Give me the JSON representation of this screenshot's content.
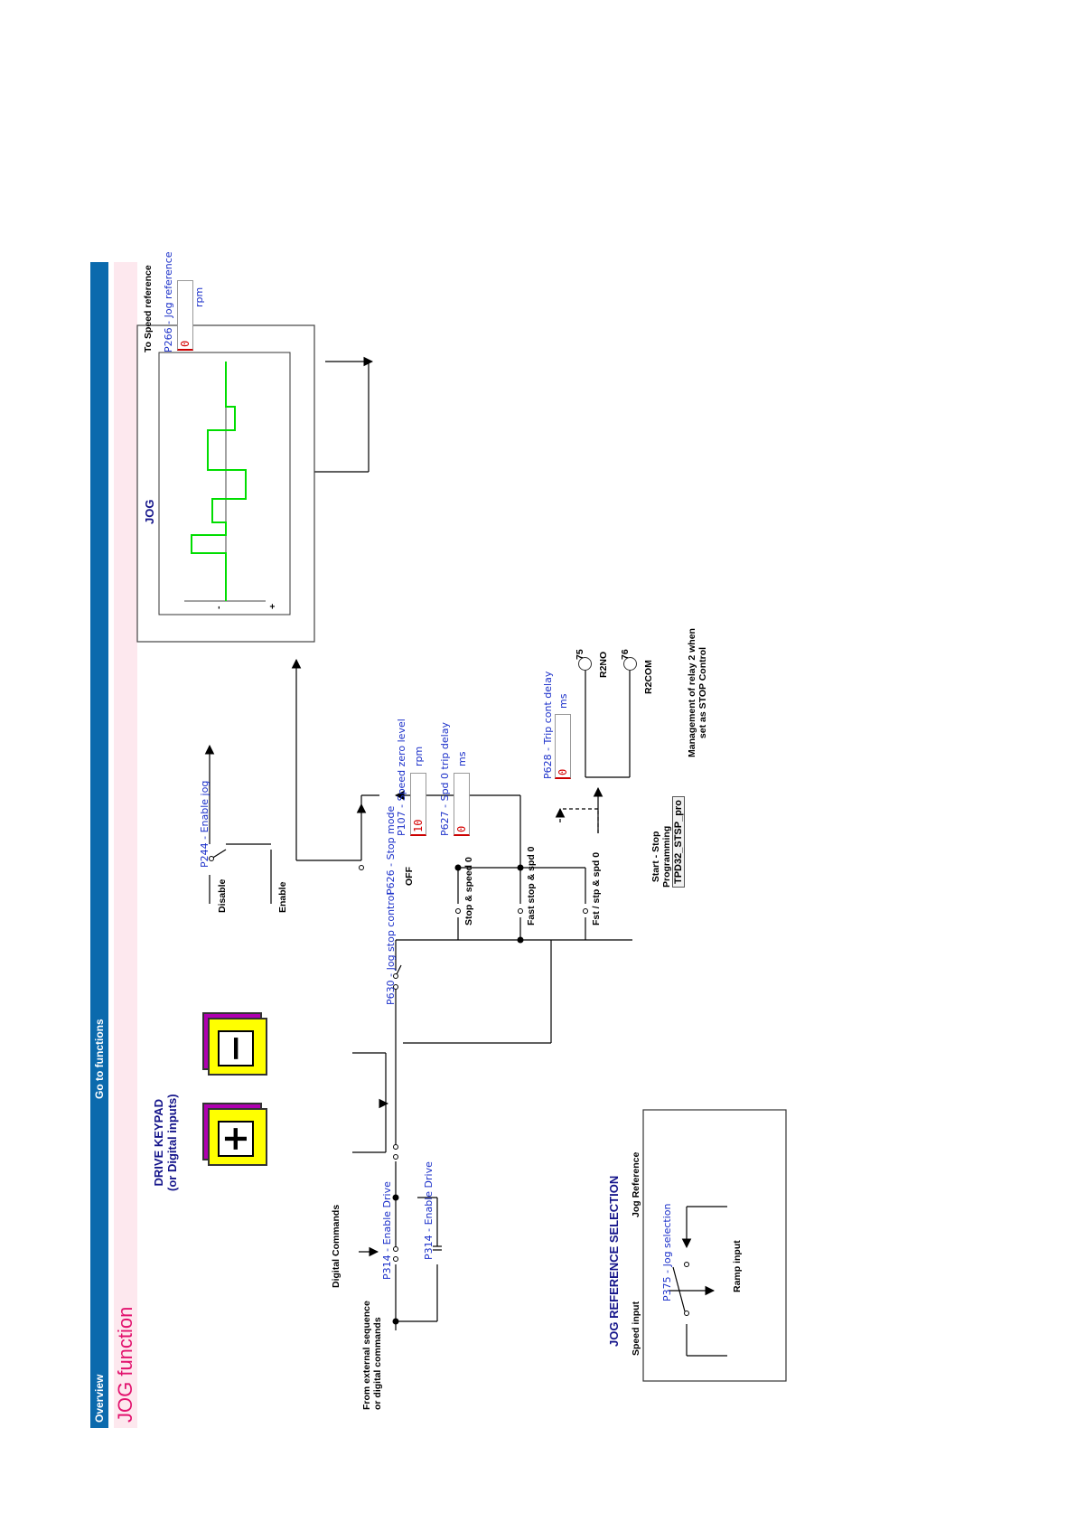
{
  "nav": {
    "overview": "Overview",
    "goto_functions": "Go to functions"
  },
  "page_title": "JOG function",
  "labels": {
    "from_external": "From external sequence",
    "or_digital": "or digital commands",
    "digital_commands": "Digital Commands",
    "p314_a": "P314 - Enable Drive",
    "p314_b": "P314 - Enable Drive",
    "keypad_line1": "DRIVE KEYPAD",
    "keypad_line2": "(or Digital inputs)",
    "key_plus": "+",
    "key_minus": "−",
    "p630": "P630 - Jog stop control",
    "p626": "P626 - Stop mode",
    "off": "OFF",
    "stop_speed0": "Stop & speed 0",
    "fast_stop_spd0": "Fast stop & spd 0",
    "fst_stp_spd0": "Fst / stp & spd 0",
    "disable": "Disable",
    "enable": "Enable",
    "p244": "P244 - Enable jog",
    "p107": "P107 - Speed zero level",
    "p107_value": "10",
    "p107_unit": "rpm",
    "p627": "P627 - Spd 0 trip delay",
    "p627_value": "0",
    "p627_unit": "ms",
    "p628": "P628 - Trip cont delay",
    "p628_value": "0",
    "p628_unit": "ms",
    "jog": "JOG",
    "plus_sign": "+",
    "minus_sign": "-",
    "to_speed_ref": "To Speed reference",
    "p266": "P266 - Jog reference",
    "p266_value": "0",
    "p266_unit": "rpm",
    "t75": "75",
    "t76": "76",
    "r2no": "R2NO",
    "r2com": "R2COM",
    "relay_note1": "Management of relay 2 when",
    "relay_note2": "set as STOP Control",
    "start_stop1": "Start - Stop",
    "start_stop2": "Programming",
    "start_stop_code": "TPD32_STSP_pro",
    "jog_ref_sel": "JOG REFERENCE SELECTION",
    "speed_input": "Speed input",
    "jog_reference": "Jog Reference",
    "p375": "P375 - Jog selection",
    "ramp_input": "Ramp input"
  },
  "colors": {
    "nav_bar": "#0b6aad",
    "title_band": "#fde8ee",
    "title_text": "#e2136e",
    "param_text": "#1a2fc9",
    "jog_wave": "#00dd00",
    "key_face": "#ffff00",
    "key_shadow": "#b000b0"
  }
}
